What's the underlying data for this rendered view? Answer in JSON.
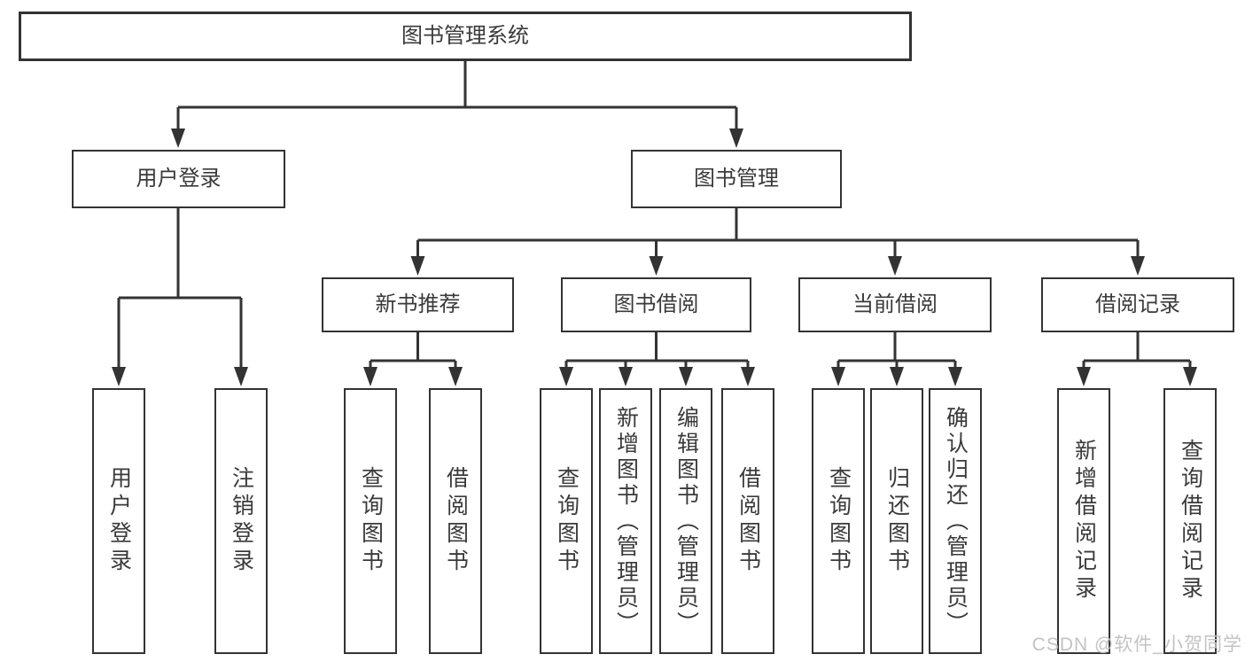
{
  "diagram": {
    "root": {
      "label": "图书管理系统"
    },
    "branches": [
      {
        "label": "用户登录",
        "children": [
          {
            "label": "用户登录"
          },
          {
            "label": "注销登录"
          }
        ]
      },
      {
        "label": "图书管理",
        "children": [
          {
            "label": "新书推荐",
            "children": [
              {
                "label": "查询图书"
              },
              {
                "label": "借阅图书"
              }
            ]
          },
          {
            "label": "图书借阅",
            "children": [
              {
                "label": "查询图书"
              },
              {
                "label": "新增图书（管理员）"
              },
              {
                "label": "编辑图书（管理员）"
              },
              {
                "label": "借阅图书"
              }
            ]
          },
          {
            "label": "当前借阅",
            "children": [
              {
                "label": "查询图书"
              },
              {
                "label": "归还图书"
              },
              {
                "label": "确认归还（管理员）"
              }
            ]
          },
          {
            "label": "借阅记录",
            "children": [
              {
                "label": "新增借阅记录"
              },
              {
                "label": "查询借阅记录"
              }
            ]
          }
        ]
      }
    ]
  },
  "watermark": {
    "text": "CSDN @软件_小贺同学"
  },
  "colors": {
    "line": "#333333",
    "box_border": "#333333",
    "text": "#3a3a3a",
    "watermark": "#c3c3c3",
    "background": "#ffffff"
  }
}
